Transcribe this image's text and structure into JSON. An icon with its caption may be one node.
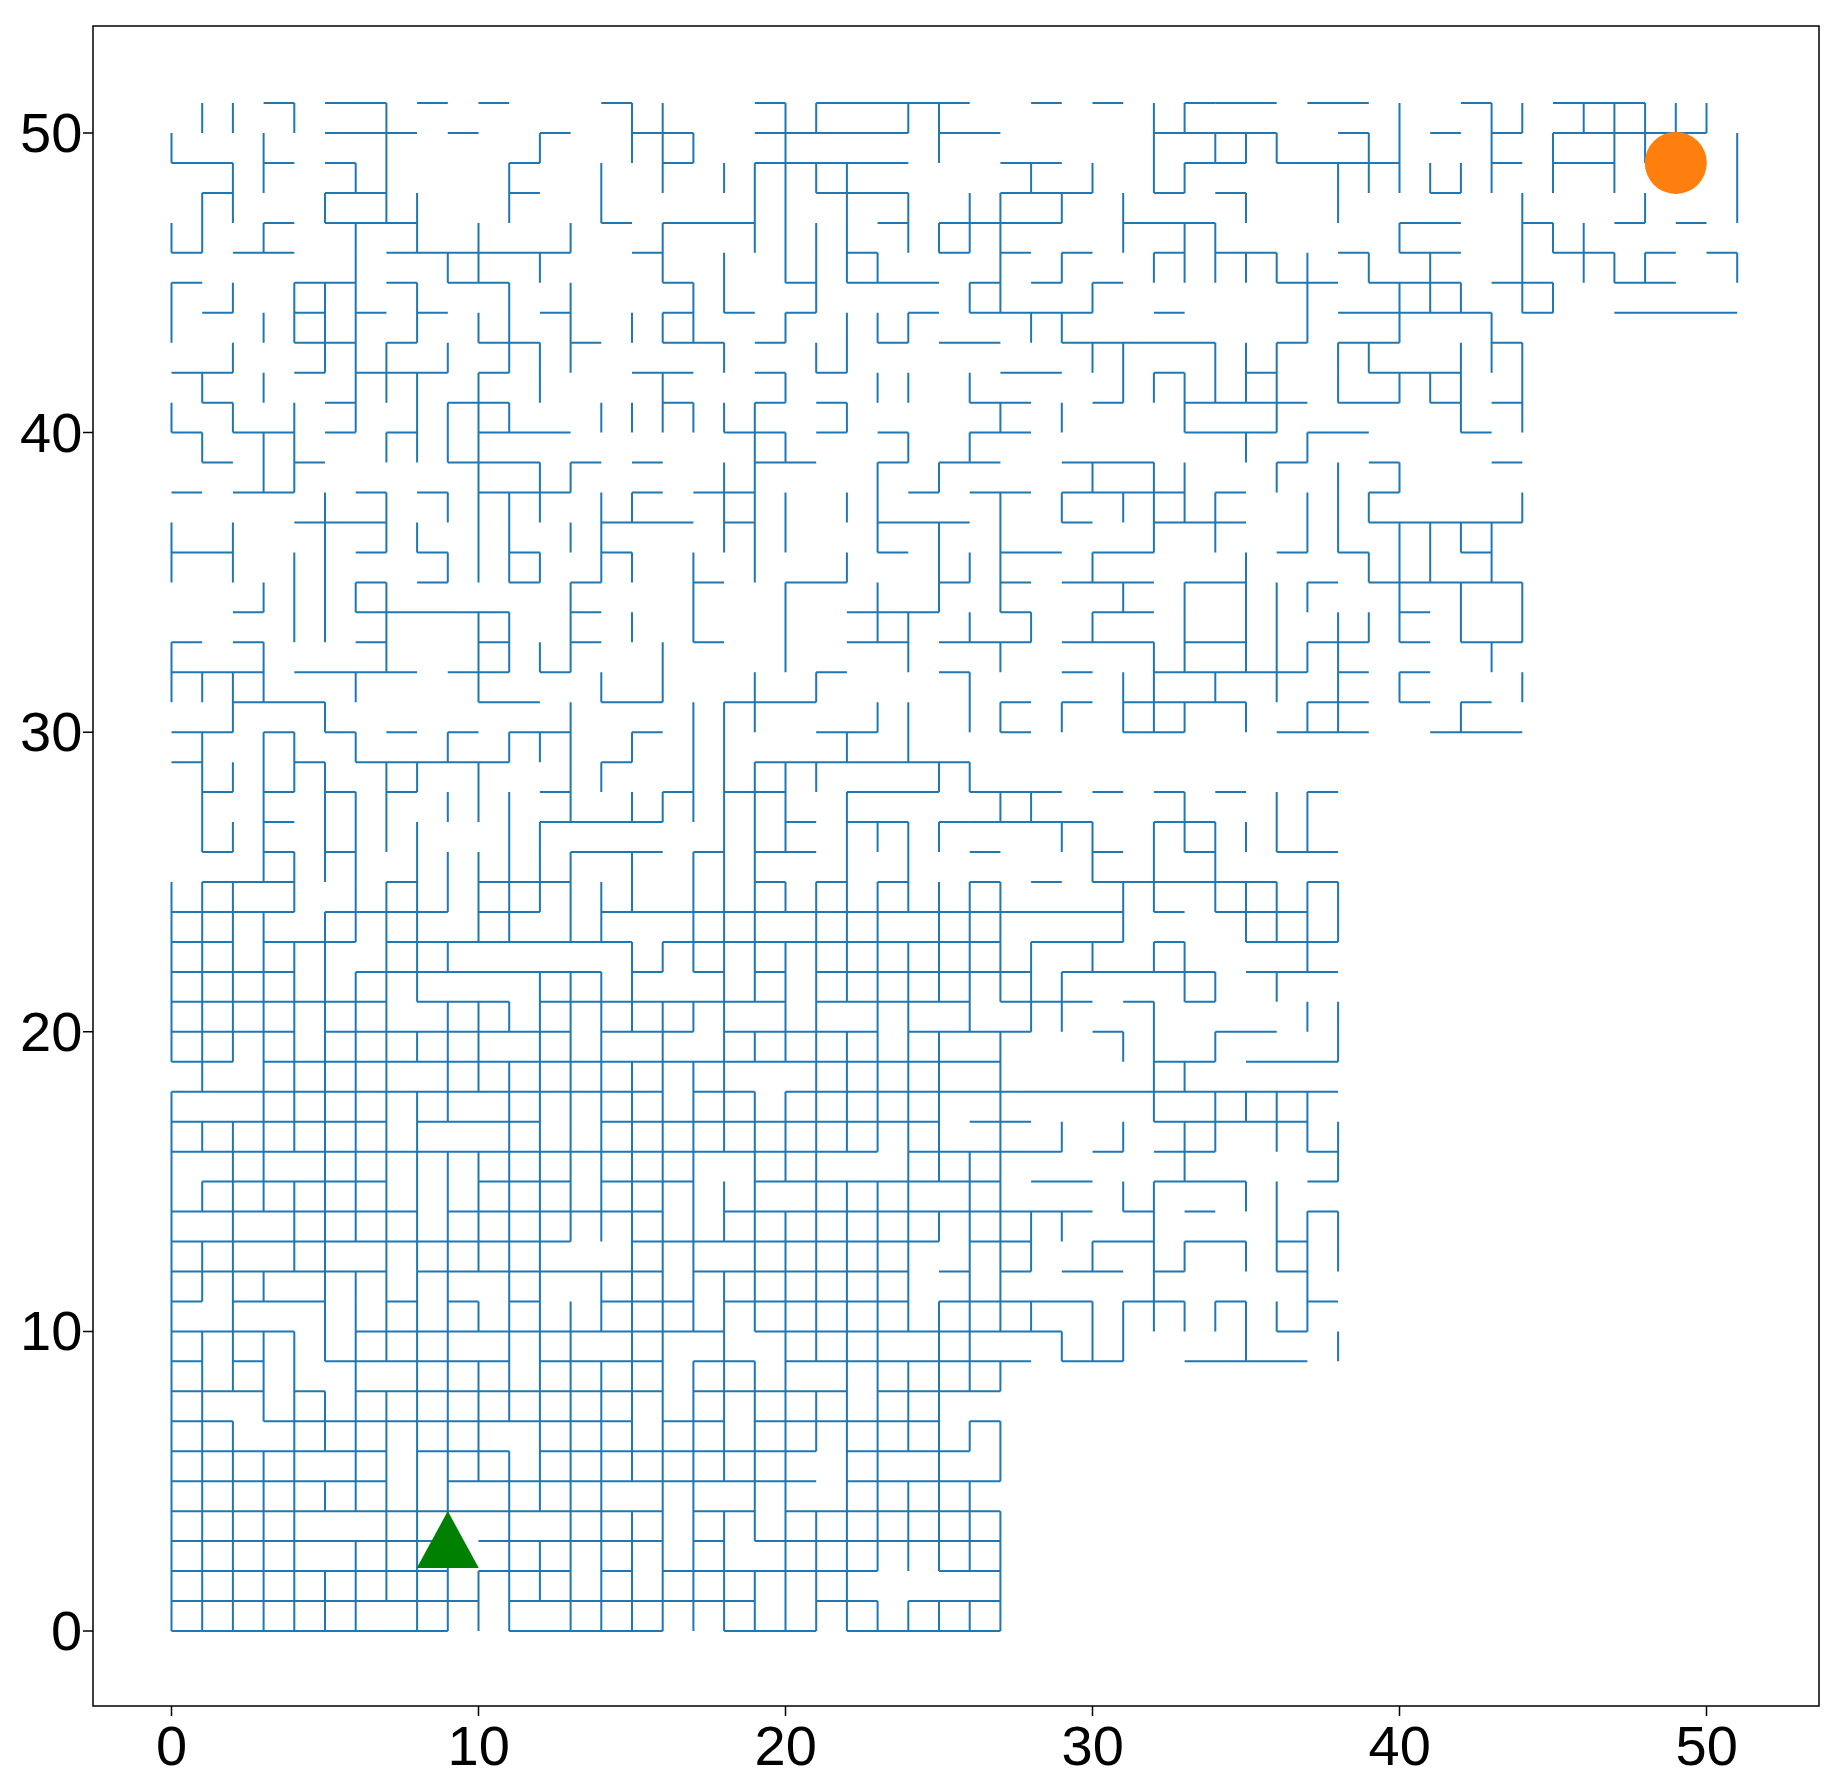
{
  "diagram": {
    "labels": [
      "50",
      "40",
      "30",
      "20",
      "10",
      "0",
      "0",
      "10",
      "20",
      "30",
      "40",
      "50"
    ]
  }
}
